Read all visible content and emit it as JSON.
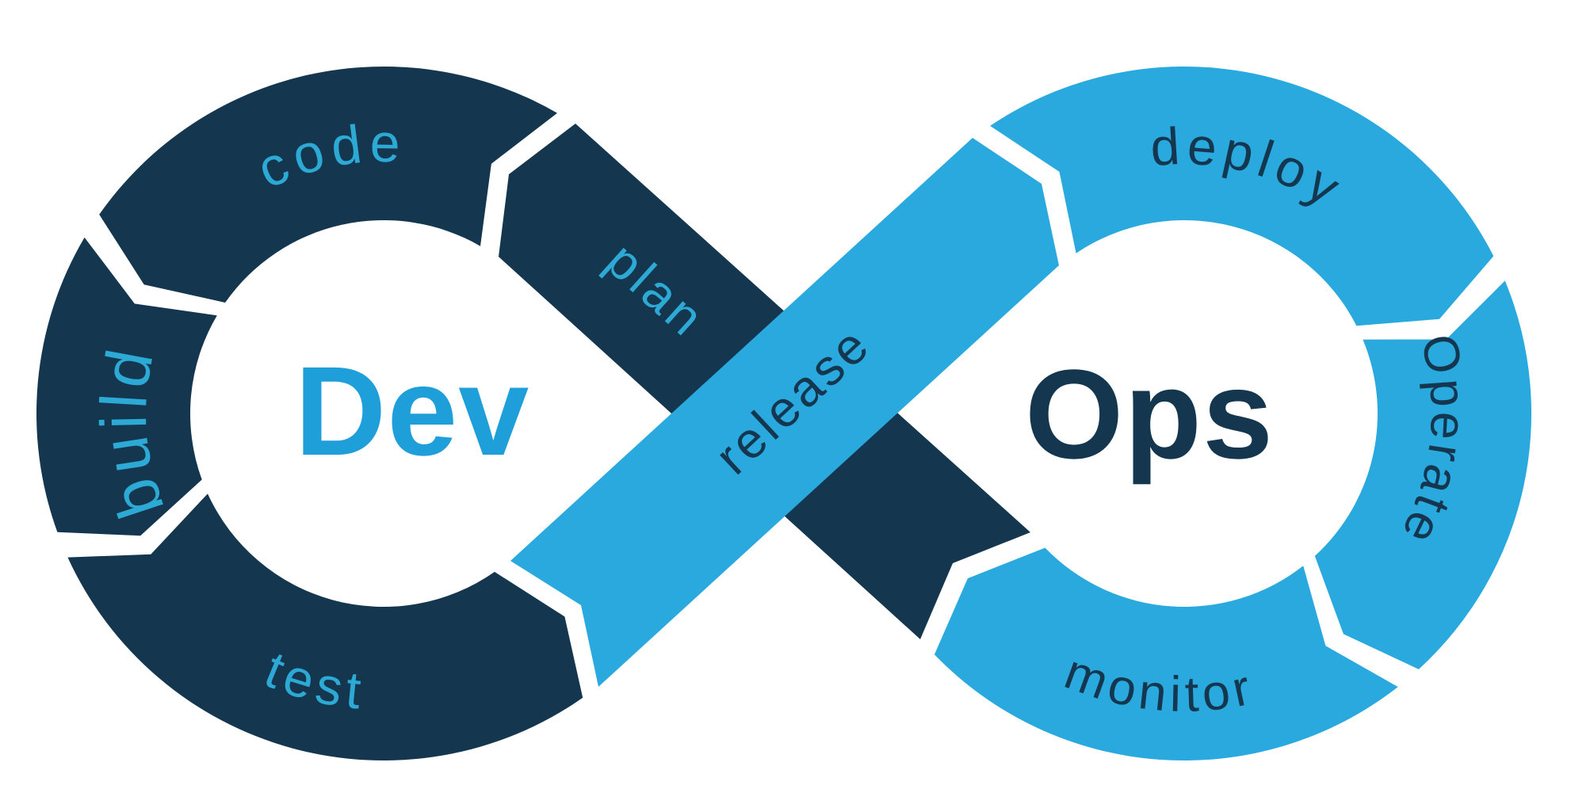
{
  "diagram": {
    "type": "devops-infinity-loop",
    "dev": {
      "title": "Dev",
      "stages": [
        {
          "id": "plan",
          "label": "plan"
        },
        {
          "id": "code",
          "label": "code"
        },
        {
          "id": "build",
          "label": "build"
        },
        {
          "id": "test",
          "label": "test"
        }
      ]
    },
    "ops": {
      "title": "Ops",
      "stages": [
        {
          "id": "release",
          "label": "release"
        },
        {
          "id": "deploy",
          "label": "deploy"
        },
        {
          "id": "operate",
          "label": "Operate"
        },
        {
          "id": "monitor",
          "label": "monitor"
        }
      ]
    },
    "flow_order": [
      "plan",
      "code",
      "build",
      "test",
      "release",
      "deploy",
      "Operate",
      "monitor"
    ],
    "colors": {
      "navy": "#14374F",
      "blue": "#29A9DE",
      "cyan": "#2CA9D4",
      "dev_blue": "#1E9FD9",
      "background": "#FFFFFF"
    }
  }
}
